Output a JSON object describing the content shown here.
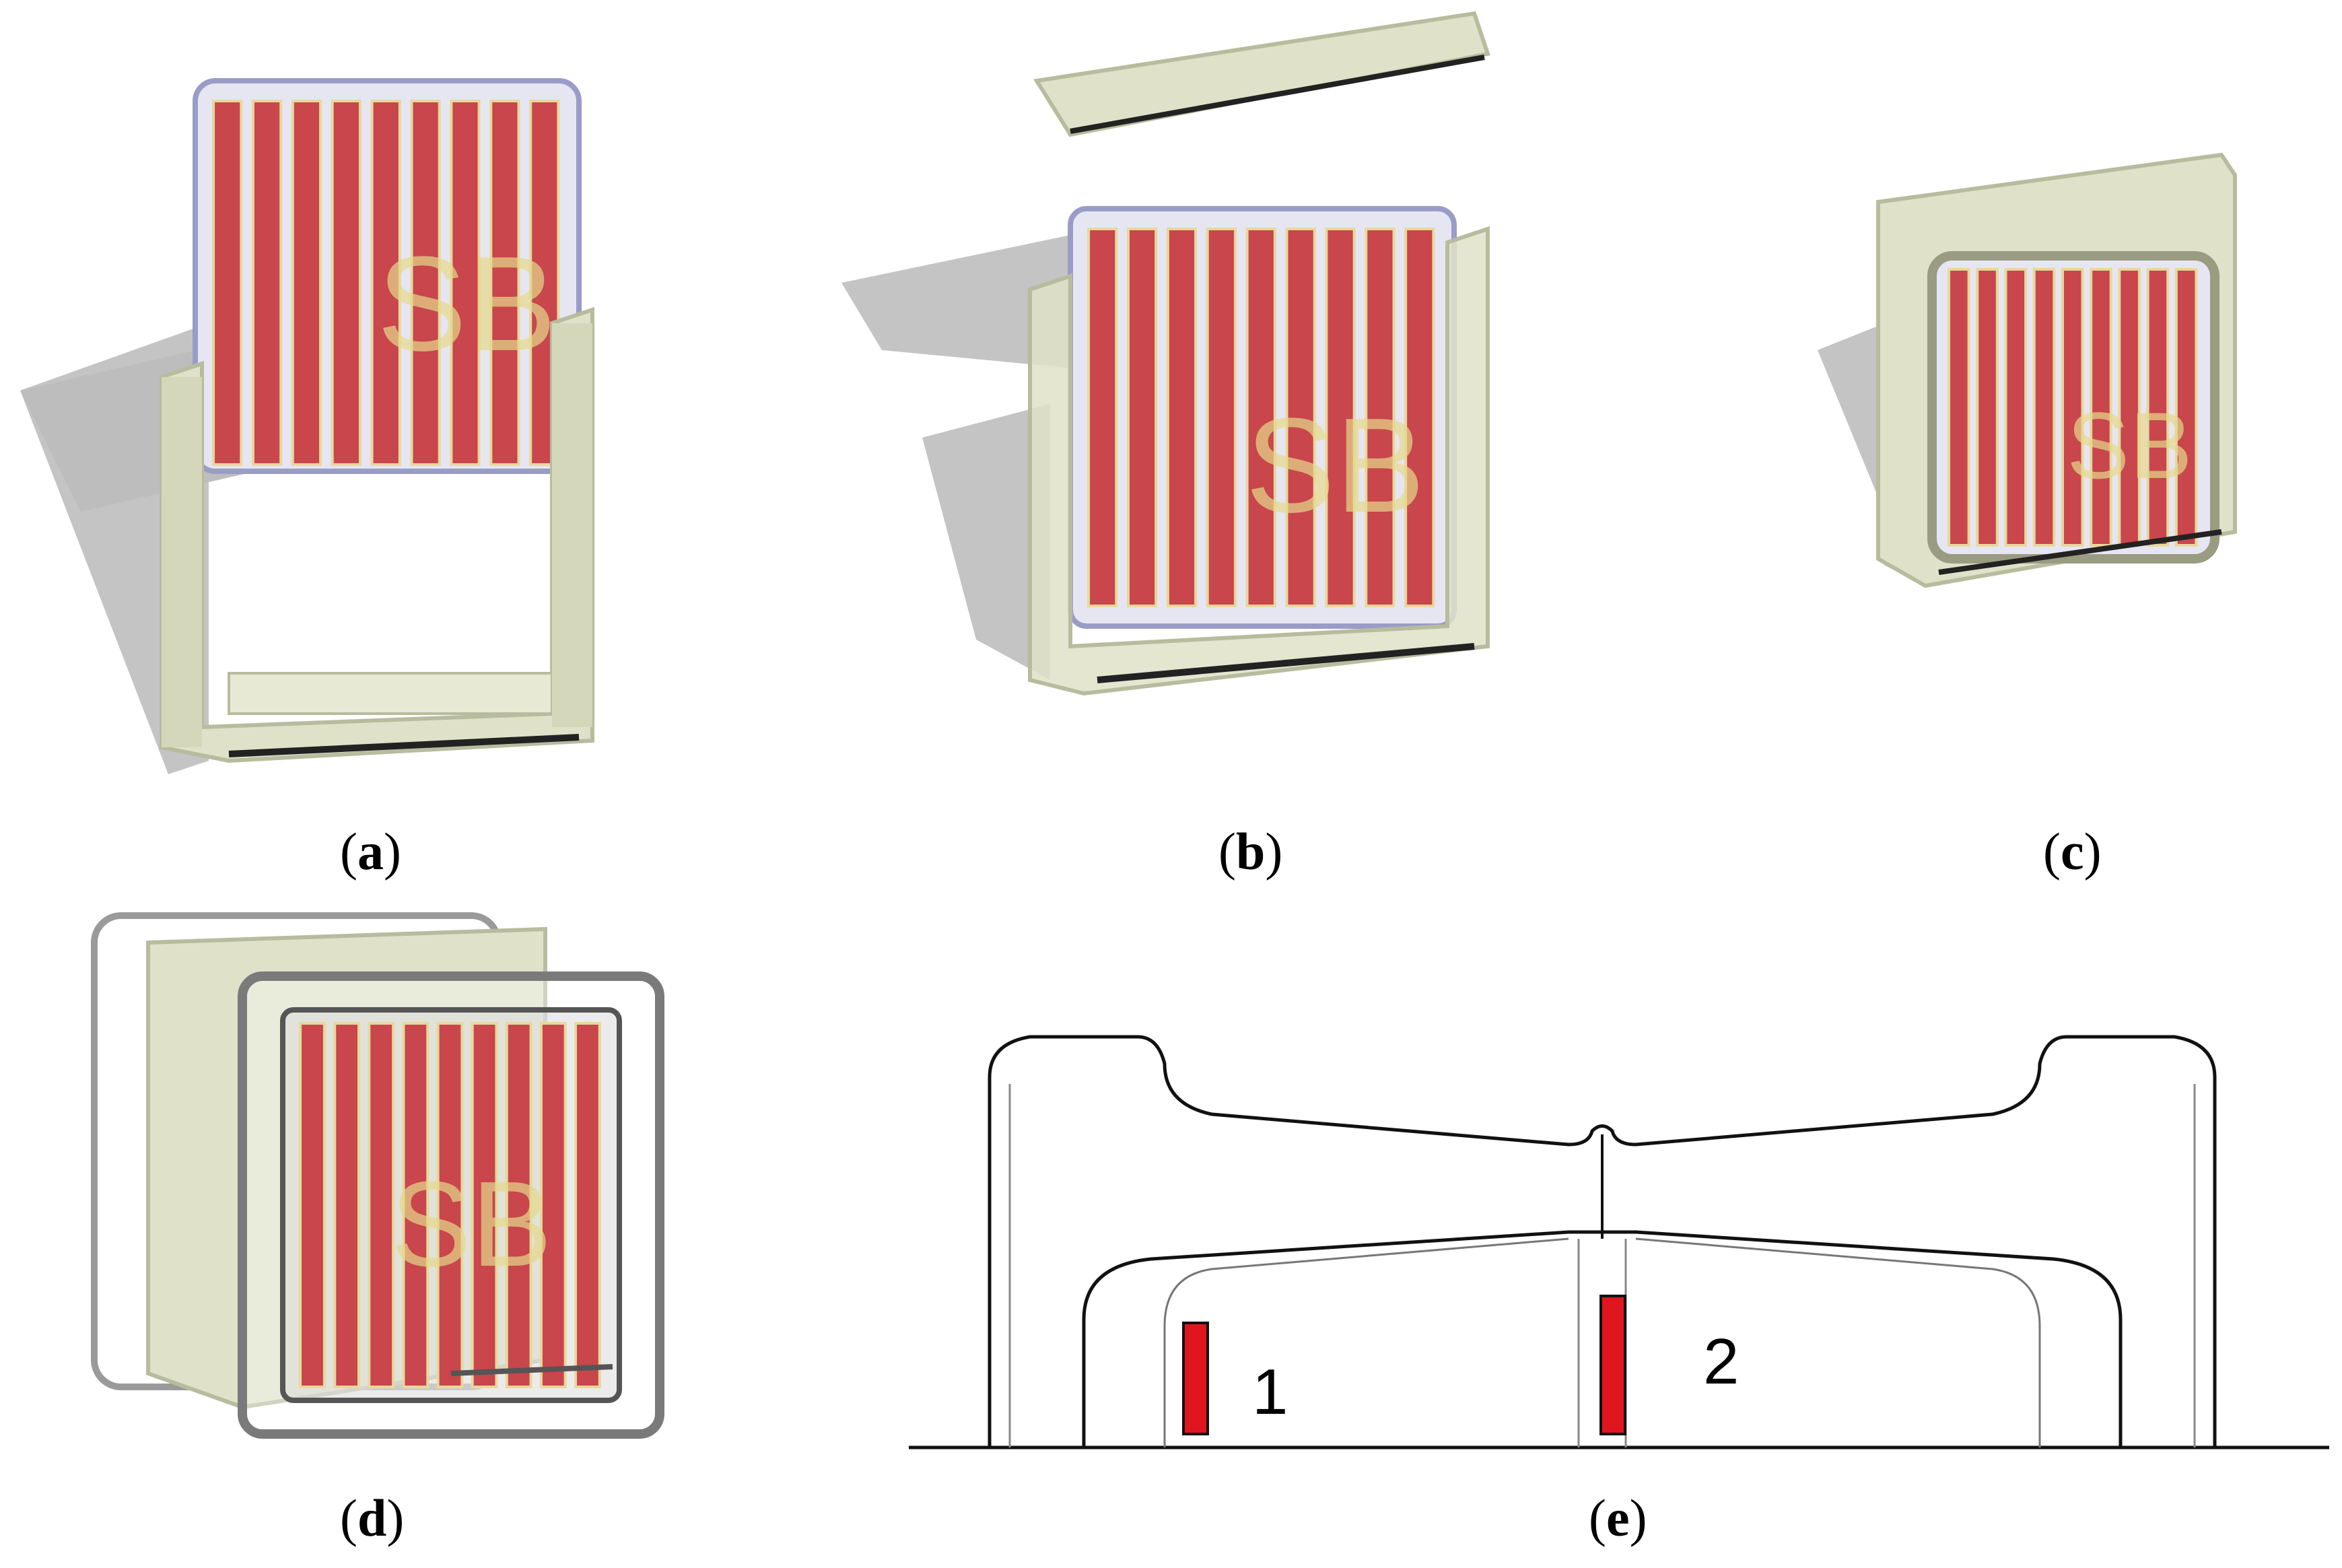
{
  "panels": [
    {
      "id": "a",
      "caption_letter": "a",
      "glass_text": "SB"
    },
    {
      "id": "b",
      "caption_letter": "b",
      "glass_text": "SB"
    },
    {
      "id": "c",
      "caption_letter": "c",
      "glass_text": "SB"
    },
    {
      "id": "d",
      "caption_letter": "d",
      "glass_text": "SB"
    },
    {
      "id": "e",
      "caption_letter": "e"
    }
  ],
  "section_labels": {
    "sensor_1": "1",
    "sensor_2": "2"
  },
  "colors": {
    "pv_cell": "#c8464c",
    "cell_gap": "#e8d89a",
    "frame": "#dfe2c8",
    "frame_dark": "#b8bc9e",
    "glass_edge": "#8e90c0",
    "shadow": "#bdbdbd",
    "sensor": "#e0161f",
    "outline": "#111111"
  }
}
